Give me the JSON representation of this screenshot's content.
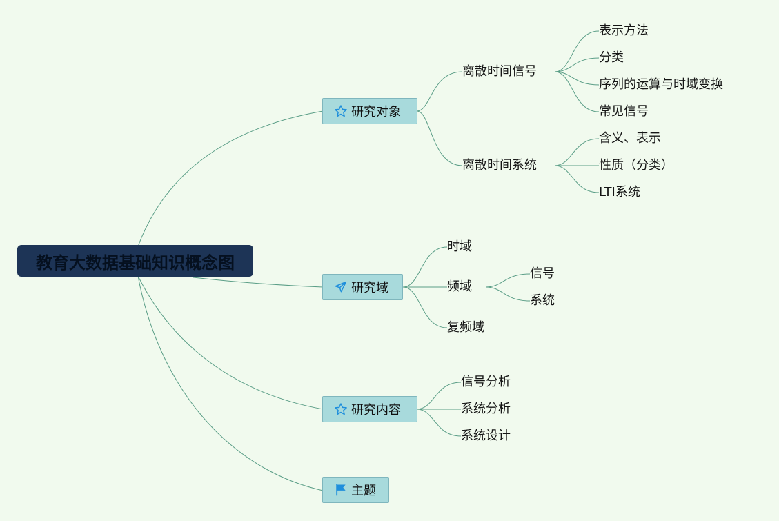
{
  "root": {
    "label": "教育大数据基础知识概念图"
  },
  "branches": [
    {
      "label": "研究对象",
      "icon": "star-icon",
      "children": [
        {
          "label": "离散时间信号",
          "children": [
            "表示方法",
            "分类",
            "序列的运算与时域变换",
            "常见信号"
          ]
        },
        {
          "label": "离散时间系统",
          "children": [
            "含义、表示",
            "性质（分类）",
            "LTI系统"
          ]
        }
      ]
    },
    {
      "label": "研究域",
      "icon": "paper-plane-icon",
      "children": [
        {
          "label": "时域"
        },
        {
          "label": "频域",
          "children": [
            "信号",
            "系统"
          ]
        },
        {
          "label": "复频域"
        }
      ]
    },
    {
      "label": "研究内容",
      "icon": "star-icon",
      "children": [
        "信号分析",
        "系统分析",
        "系统设计"
      ]
    },
    {
      "label": "主题",
      "icon": "flag-icon"
    }
  ],
  "colors": {
    "background": "#f1faee",
    "root_fill": "#1d3456",
    "branch_fill": "#a8dadc",
    "connector": "#5b9e87",
    "icon_blue": "#1f8fdc"
  }
}
